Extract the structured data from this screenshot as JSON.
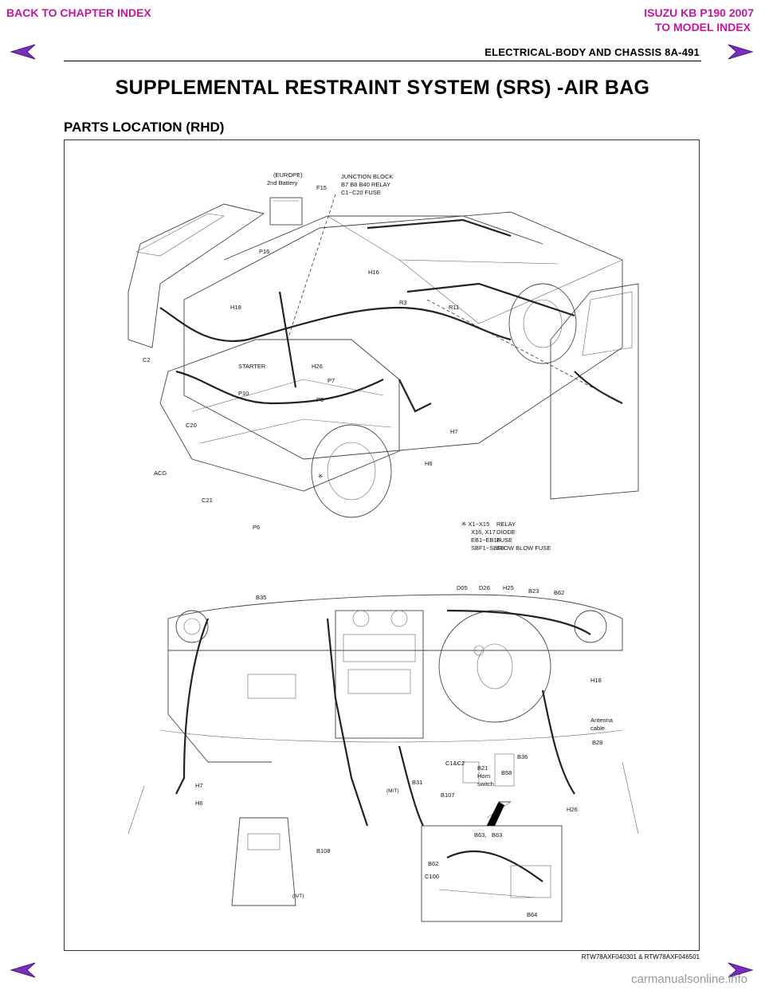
{
  "nav": {
    "back_to_chapter": "BACK TO CHAPTER INDEX",
    "model_title": "ISUZU KB P190 2007",
    "to_model_index": "TO MODEL INDEX",
    "link_color": "#c0189a"
  },
  "header": {
    "section": "ELECTRICAL-BODY AND CHASSIS  8A-491"
  },
  "title": "SUPPLEMENTAL RESTRAINT SYSTEM (SRS) -AIR BAG",
  "subtitle": "PARTS LOCATION (RHD)",
  "figure": {
    "engine_labels": {
      "europe": "(EUROPE)",
      "second_battery": "2nd Battery",
      "f15": "F15",
      "junction_block": "JUNCTION BLOCK",
      "relay": "B7 B8 B40 RELAY",
      "fuse": "C1~C20 FUSE",
      "p16": "P16",
      "h16": "H16",
      "r3": "R3",
      "h18": "H18",
      "r11": "R11",
      "c2": "C2",
      "h26": "H26",
      "starter": "STARTER",
      "p10": "P10",
      "p7": "P7",
      "p5": "P5",
      "c20": "C20",
      "h7": "H7",
      "h6": "H6",
      "acg": "ACG",
      "c21": "C21",
      "p6": "P6",
      "x": "※"
    },
    "legend": {
      "rows": [
        {
          "code": "※ X1~X15",
          "desc": "RELAY"
        },
        {
          "code": "X16, X17",
          "desc": "DIODE"
        },
        {
          "code": "EB1~EB16",
          "desc": "FUSE"
        },
        {
          "code": "SBF1~SBF8",
          "desc": "SLOW BLOW FUSE"
        }
      ]
    },
    "dash_labels": {
      "b35": "B35",
      "d05": "D05",
      "d26": "D26",
      "h25": "H25",
      "b23": "B23",
      "b62": "B62",
      "h18": "H18",
      "antenna": "Antenna",
      "cable": "cable",
      "b28": "B28",
      "h7": "H7",
      "h6": "H6",
      "c1c2": "C1&C2",
      "b21": "B21",
      "horn": "Horn",
      "switch": "switch",
      "b58": "B58",
      "b36": "B36",
      "b31": "B31",
      "mt": "(M/T)",
      "b107": "B107",
      "h26": "H26",
      "b108": "B108",
      "at": "(A/T)"
    },
    "inset_labels": {
      "b63b": "B63,",
      "b63": "B63",
      "b62": "B62",
      "c100": "C100",
      "b64": "B64"
    },
    "figure_id": "RTW78AXF040301 & RTW78AXF046501"
  },
  "watermark": "carmanualsonline.info"
}
